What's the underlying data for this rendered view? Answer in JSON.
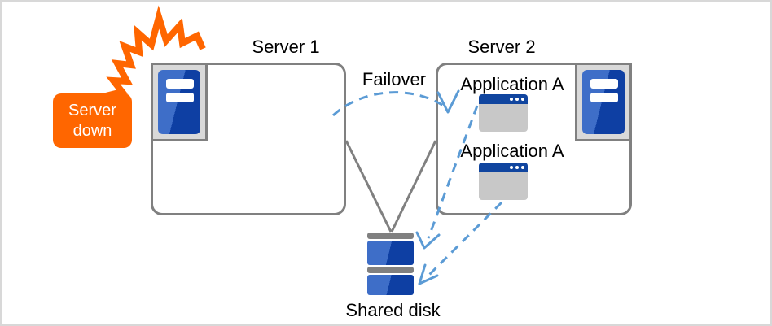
{
  "colors": {
    "accent_orange": "#FF6600",
    "line_gray": "#808080",
    "panel_gray": "#D9D9D9",
    "server_blue_light": "#3E6EC8",
    "server_blue_dark": "#0E3FA3",
    "titlebar_blue": "#10459F",
    "window_gray": "#C8C8C8",
    "dash_blue": "#5B9BD5",
    "frame_border": "#D8D8D8"
  },
  "callout": {
    "label": "Server down"
  },
  "server1": {
    "title": "Server 1"
  },
  "server2": {
    "title": "Server 2",
    "applications": [
      {
        "label": "Application A"
      },
      {
        "label": "Application A"
      }
    ]
  },
  "failover": {
    "label": "Failover"
  },
  "shared_disk": {
    "label": "Shared disk"
  }
}
